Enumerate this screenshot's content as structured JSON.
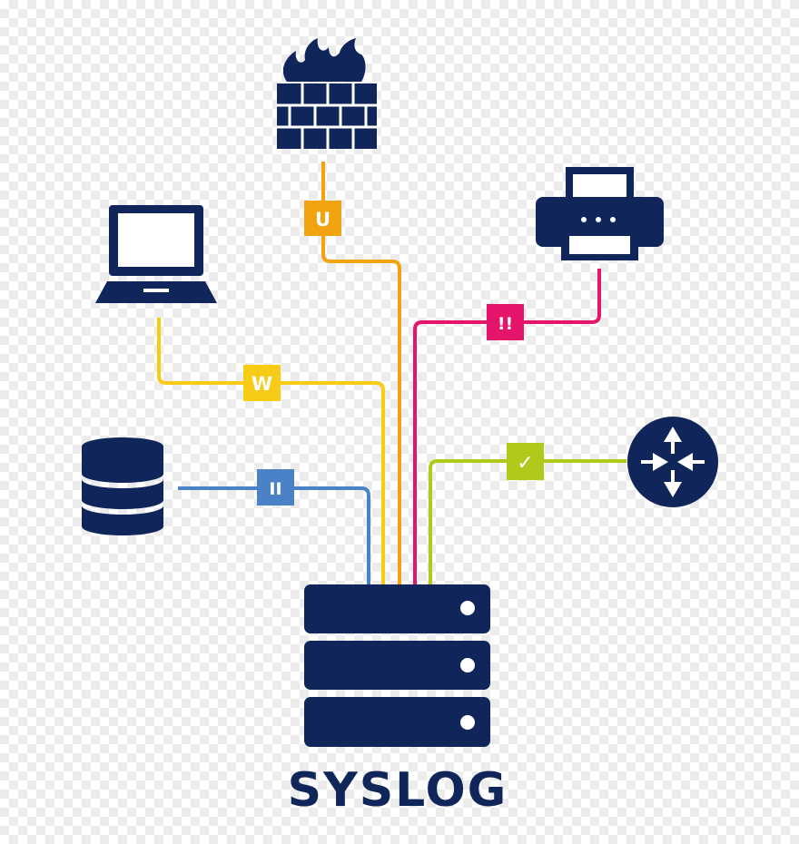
{
  "diagram": {
    "title": "SYSLOG",
    "colors": {
      "navy": "#10265a",
      "orange": "#f2a30f",
      "yellow": "#f8cc16",
      "magenta": "#e4156b",
      "lime": "#b1c91b",
      "blue": "#4b82c7"
    },
    "devices": [
      {
        "name": "firewall",
        "icon": "firewall-icon"
      },
      {
        "name": "laptop",
        "icon": "laptop-icon"
      },
      {
        "name": "printer",
        "icon": "printer-icon"
      },
      {
        "name": "database",
        "icon": "database-icon"
      },
      {
        "name": "router",
        "icon": "router-icon"
      },
      {
        "name": "syslog-server",
        "icon": "server-icon"
      }
    ],
    "badges": {
      "firewall": "U",
      "laptop": "W",
      "printer": "!!",
      "database": "II",
      "router": "✓"
    }
  }
}
